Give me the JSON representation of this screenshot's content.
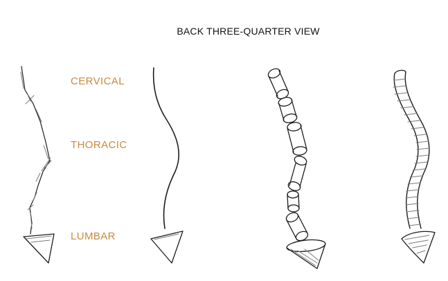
{
  "title": "BACK THREE-QUARTER VIEW",
  "labels": {
    "cervical": "CERVICAL",
    "thoracic": "THORACIC",
    "lumbar": "LUMBAR"
  },
  "colors": {
    "label": "#c98a3e",
    "ink": "#1c1c1c"
  }
}
